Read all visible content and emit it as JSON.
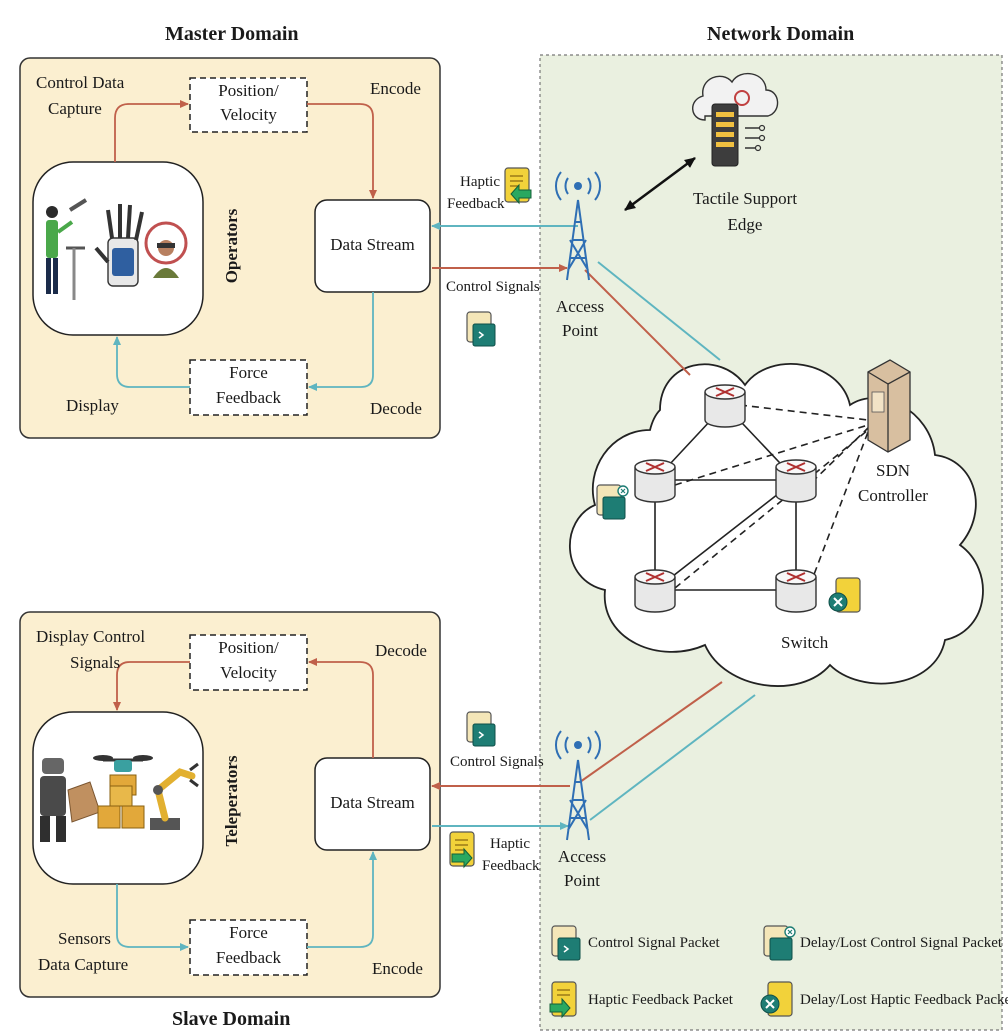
{
  "titles": {
    "master": "Master Domain",
    "network": "Network Domain",
    "slave": "Slave Domain"
  },
  "master": {
    "control_capture_l1": "Control Data",
    "control_capture_l2": "Capture",
    "position_l1": "Position/",
    "position_l2": "Velocity",
    "encode": "Encode",
    "data_stream": "Data Stream",
    "operators": "Operators",
    "display": "Display",
    "force_l1": "Force",
    "force_l2": "Feedback",
    "decode": "Decode"
  },
  "slave": {
    "display_ctrl_l1": "Display Control",
    "display_ctrl_l2": "Signals",
    "position_l1": "Position/",
    "position_l2": "Velocity",
    "decode": "Decode",
    "data_stream": "Data Stream",
    "teleoperators": "Teleperators",
    "sensors_l1": "Sensors",
    "sensors_l2": "Data Capture",
    "force_l1": "Force",
    "force_l2": "Feedback",
    "encode": "Encode"
  },
  "network": {
    "haptic_top_l1": "Haptic",
    "haptic_top_l2": "Feedback",
    "control_signals_top": "Control Signals",
    "ap_top_l1": "Access",
    "ap_top_l2": "Point",
    "tactile_l1": "Tactile Support",
    "tactile_l2": "Edge",
    "sdn_l1": "SDN",
    "sdn_l2": "Controller",
    "switch": "Switch",
    "control_signals_bottom": "Control Signals",
    "haptic_bottom_l1": "Haptic",
    "haptic_bottom_l2": "Feedback",
    "ap_bottom_l1": "Access",
    "ap_bottom_l2": "Point"
  },
  "legend": {
    "control_packet": "Control Signal Packet",
    "delay_control_packet": "Delay/Lost Control Signal Packet",
    "haptic_packet": "Haptic Feedback Packet",
    "delay_haptic_packet": "Delay/Lost Haptic Feedback Packet"
  },
  "colors": {
    "domain_fill": "#fbefd0",
    "network_fill": "#eaf0e0",
    "control_arrow": "#c0604a",
    "haptic_arrow": "#5fb5c0",
    "tower": "#2f6fb4",
    "packet_teal": "#1e7d74",
    "packet_yellow": "#f2d23a",
    "router_x": "#b03030"
  }
}
